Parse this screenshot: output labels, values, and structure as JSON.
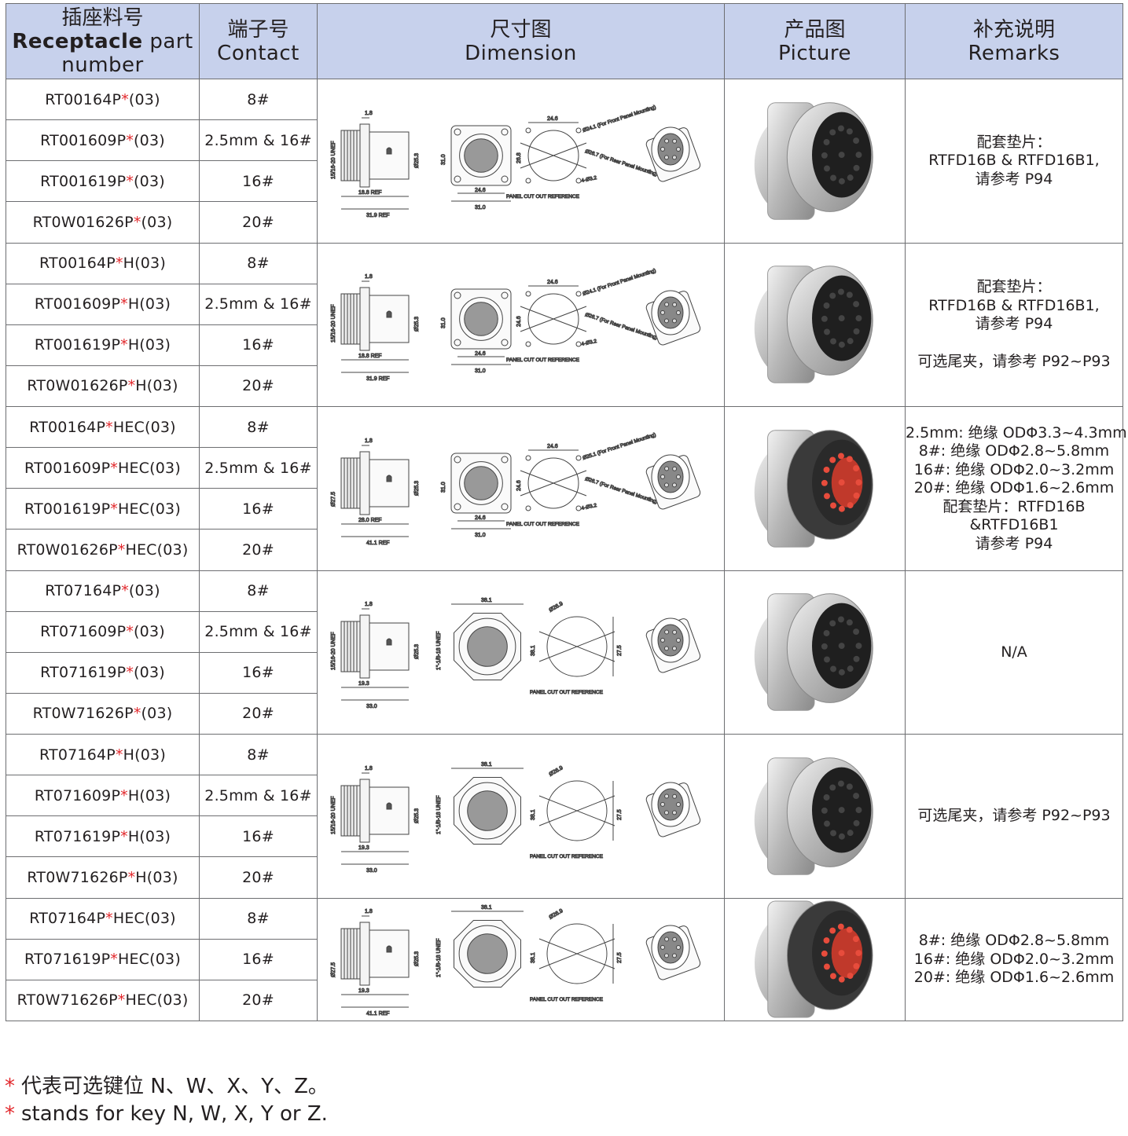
{
  "headers": {
    "part_zh": "插座料号",
    "part_en_bold": "Receptacle",
    "part_en_rest": " part",
    "part_en_2": "number",
    "contact_zh": "端子号",
    "contact_en": "Contact",
    "dimension_zh": "尺寸图",
    "dimension_en": "Dimension",
    "picture_zh": "产品图",
    "picture_en": "Picture",
    "remarks_zh": "补充说明",
    "remarks_en": "Remarks"
  },
  "groups": [
    {
      "rows": [
        {
          "pre": "RT00164P",
          "star": "*",
          "post": "(03)",
          "contact": "8#"
        },
        {
          "pre": "RT001609P",
          "star": "*",
          "post": "(03)",
          "contact": "2.5mm & 16#"
        },
        {
          "pre": "RT001619P",
          "star": "*",
          "post": "(03)",
          "contact": "16#"
        },
        {
          "pre": "RT0W01626P",
          "star": "*",
          "post": "(03)",
          "contact": "20#"
        }
      ],
      "dim": {
        "l1": "1.8",
        "l2": "18.8 REF",
        "l3": "31.9 REF",
        "thread": "15/16-20 UNEF",
        "d1": "Ø25.3",
        "d2": "31.0",
        "w1": "24.6",
        "w2": "31.0",
        "c1": "24.6",
        "c2": "26.8",
        "note1": "Ø24.1 (For Front Panel Mounting)",
        "note2": "Ø26.7 (For Rear Panel Mounting)",
        "note3": "4-Ø3.2",
        "cutout": "PANEL CUT OUT REFERENCE"
      },
      "remarks": [
        "配套垫片：",
        "RTFD16B & RTFD16B1,",
        "请参考 P94"
      ],
      "remarks_extra": ""
    },
    {
      "rows": [
        {
          "pre": "RT00164P",
          "star": "*",
          "post": "H(03)",
          "contact": "8#"
        },
        {
          "pre": "RT001609P",
          "star": "*",
          "post": "H(03)",
          "contact": "2.5mm & 16#"
        },
        {
          "pre": "RT001619P",
          "star": "*",
          "post": "H(03)",
          "contact": "16#"
        },
        {
          "pre": "RT0W01626P",
          "star": "*",
          "post": "H(03)",
          "contact": "20#"
        }
      ],
      "dim": {
        "l1": "1.8",
        "l2": "18.8 REF",
        "l3": "31.9 REF",
        "thread": "15/16-20 UNEF",
        "d1": "Ø25.3",
        "d2": "31.0",
        "w1": "24.6",
        "w2": "31.0",
        "c1": "24.6",
        "c2": "24.6",
        "note1": "Ø24.1 (For Front Panel Mounting)",
        "note2": "Ø26.7 (For Rear Panel Mounting)",
        "note3": "4-Ø3.2",
        "cutout": "PANEL CUT OUT REFERENCE"
      },
      "remarks": [
        "配套垫片：",
        "RTFD16B & RTFD16B1,",
        "请参考 P94"
      ],
      "remarks_extra": "可选尾夹，请参考 P92~P93"
    },
    {
      "rows": [
        {
          "pre": "RT00164P",
          "star": "*",
          "post": "HEC(03)",
          "contact": "8#"
        },
        {
          "pre": "RT001609P",
          "star": "*",
          "post": "HEC(03)",
          "contact": "2.5mm & 16#"
        },
        {
          "pre": "RT001619P",
          "star": "*",
          "post": "HEC(03)",
          "contact": "16#"
        },
        {
          "pre": "RT0W01626P",
          "star": "*",
          "post": "HEC(03)",
          "contact": "20#"
        }
      ],
      "dim": {
        "l1": "1.8",
        "l2": "28.0 REF",
        "l3": "41.1 REF",
        "thread": "Ø27.5",
        "d1": "Ø25.3",
        "d2": "31.0",
        "w1": "24.6",
        "w2": "31.0",
        "c1": "24.6",
        "c2": "24.6",
        "note1": "Ø25.1 (For Front Panel Mounting)",
        "note2": "Ø26.7 (For Rear Panel Mounting)",
        "note3": "4-Ø3.2",
        "cutout": "PANEL CUT OUT REFERENCE"
      },
      "remarks": [
        "2.5mm: 绝缘 ODΦ3.3~4.3mm",
        "8#: 绝缘 ODΦ2.8~5.8mm",
        "16#: 绝缘 ODΦ2.0~3.2mm",
        "20#: 绝缘 ODΦ1.6~2.6mm",
        "配套垫片：RTFD16B",
        "&RTFD16B1",
        "请参考 P94"
      ],
      "remarks_extra": ""
    },
    {
      "rows": [
        {
          "pre": "RT07164P",
          "star": "*",
          "post": "(03)",
          "contact": "8#"
        },
        {
          "pre": "RT071609P",
          "star": "*",
          "post": "(03)",
          "contact": "2.5mm & 16#"
        },
        {
          "pre": "RT071619P",
          "star": "*",
          "post": "(03)",
          "contact": "16#"
        },
        {
          "pre": "RT0W71626P",
          "star": "*",
          "post": "(03)",
          "contact": "20#"
        }
      ],
      "dim": {
        "l1": "1.8",
        "l2": "19.3",
        "l3": "33.0",
        "thread": "15/16-20 UNEF",
        "d1": "Ø25.3",
        "d2": "1\"-1/8-18 UNEF",
        "w1": "38.1",
        "w2": "38.1",
        "c1": "Ø26.9",
        "c2": "27.5",
        "note1": "",
        "note2": "",
        "note3": "",
        "cutout": "PANEL CUT OUT REFERENCE"
      },
      "remarks": [
        "N/A"
      ],
      "remarks_extra": ""
    },
    {
      "rows": [
        {
          "pre": "RT07164P",
          "star": "*",
          "post": "H(03)",
          "contact": "8#"
        },
        {
          "pre": "RT071609P",
          "star": "*",
          "post": "H(03)",
          "contact": "2.5mm & 16#"
        },
        {
          "pre": "RT071619P",
          "star": "*",
          "post": "H(03)",
          "contact": "16#"
        },
        {
          "pre": "RT0W71626P",
          "star": "*",
          "post": "H(03)",
          "contact": "20#"
        }
      ],
      "dim": {
        "l1": "1.8",
        "l2": "19.3",
        "l3": "33.0",
        "thread": "15/16-20 UNEF",
        "d1": "Ø25.3",
        "d2": "1\"-1/8-18 UNEF",
        "w1": "38.1",
        "w2": "38.1",
        "c1": "Ø26.9",
        "c2": "27.5",
        "note1": "",
        "note2": "",
        "note3": "",
        "cutout": "PANEL CUT OUT REFERENCE"
      },
      "remarks": [
        "可选尾夹，请参考 P92~P93"
      ],
      "remarks_extra": ""
    },
    {
      "rows": [
        {
          "pre": "RT07164P",
          "star": "*",
          "post": "HEC(03)",
          "contact": "8#"
        },
        {
          "pre": "RT071619P",
          "star": "*",
          "post": "HEC(03)",
          "contact": "16#"
        },
        {
          "pre": "RT0W71626P",
          "star": "*",
          "post": "HEC(03)",
          "contact": "20#"
        }
      ],
      "dim": {
        "l1": "1.8",
        "l2": "19.3",
        "l3": "41.1 REF",
        "thread": "Ø27.5",
        "d1": "Ø25.3",
        "d2": "1\"-1/8-18 UNEF",
        "w1": "38.1",
        "w2": "38.1",
        "c1": "Ø26.9",
        "c2": "27.5",
        "note1": "",
        "note2": "",
        "note3": "",
        "cutout": "PANEL CUT OUT REFERENCE"
      },
      "remarks": [
        "8#: 绝缘 ODΦ2.8~5.8mm",
        "16#: 绝缘 ODΦ2.0~3.2mm",
        "20#: 绝缘 ODΦ1.6~2.6mm"
      ],
      "remarks_extra": ""
    }
  ],
  "footnote": {
    "star": "*",
    "zh": "代表可选键位 N、W、X、Y、Z。",
    "en": "stands for key N, W, X, Y or Z."
  },
  "colors": {
    "header_bg": "#c7d1ec",
    "star": "#e2272b",
    "grid": "#6d6e71"
  }
}
